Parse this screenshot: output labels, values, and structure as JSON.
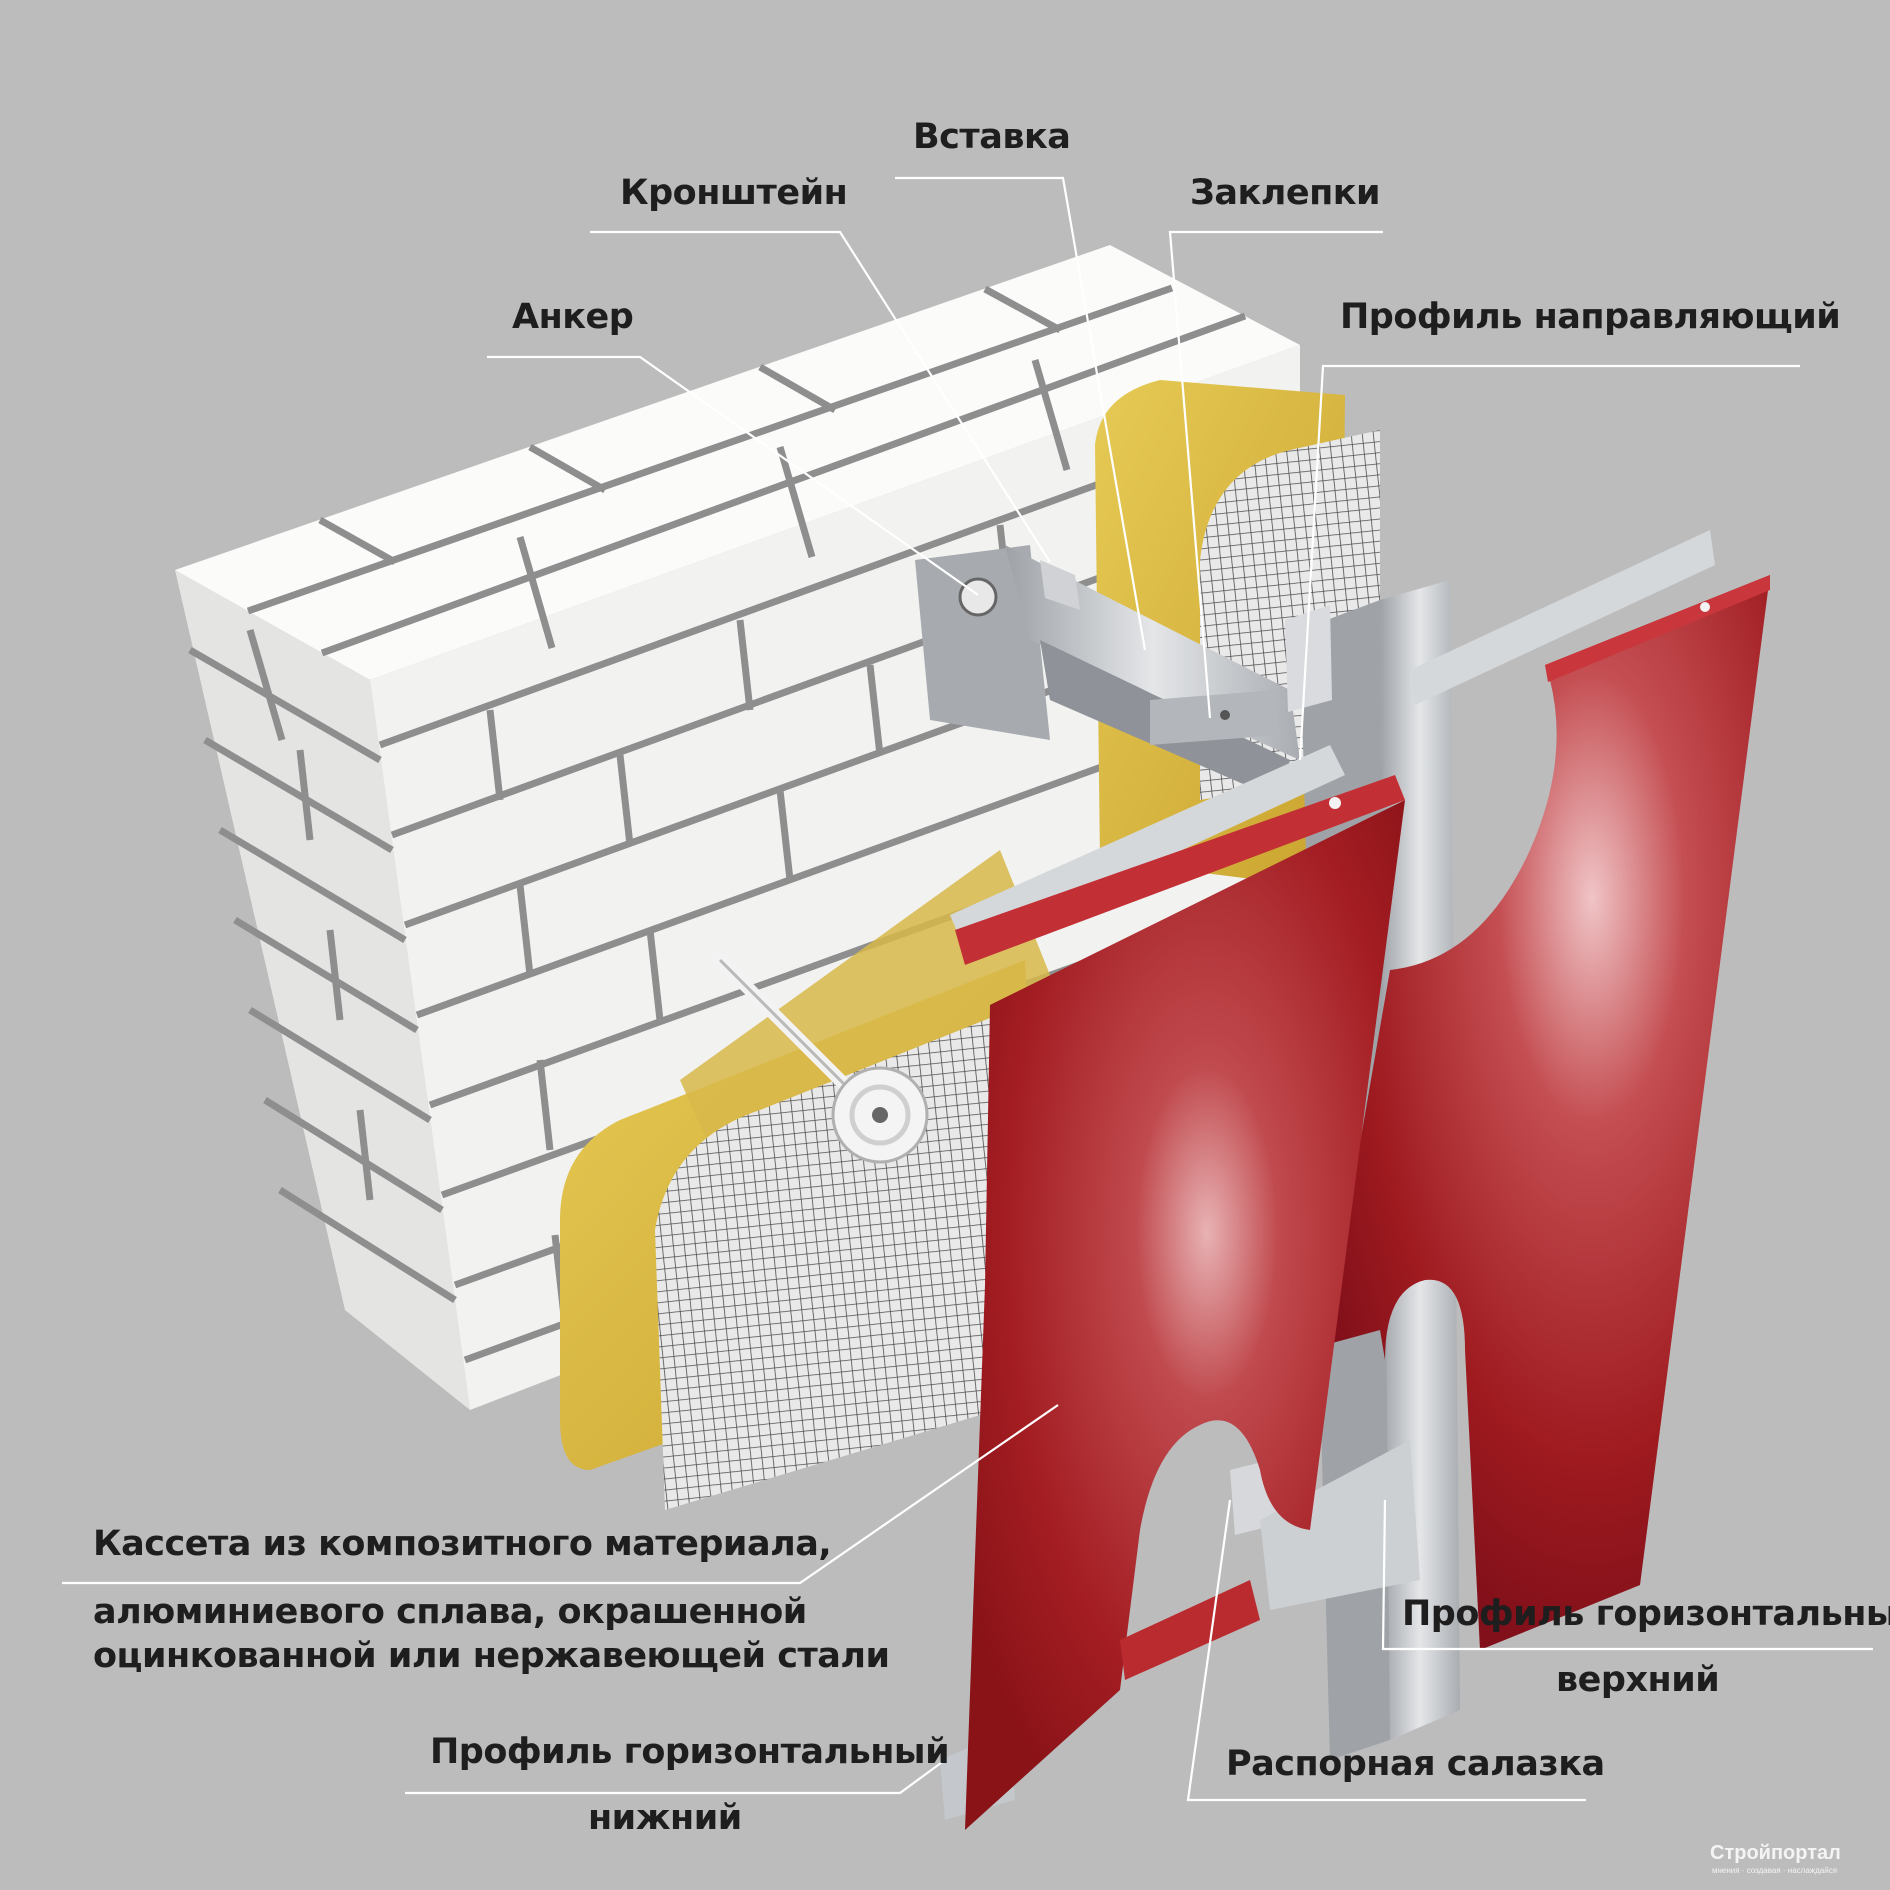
{
  "labels": {
    "vstavka": "Вставка",
    "kronshtein": "Кронштейн",
    "zaklepki": "Заклепки",
    "anker": "Анкер",
    "profil_napravl": "Профиль направляющий",
    "kasseta_1": "Кассета из композитного материала,",
    "kasseta_2": "алюминиевого сплава, окрашенной",
    "kasseta_3": "оцинкованной или нержавеющей стали",
    "profil_gor_verh_1": "Профиль горизонтальный",
    "profil_gor_verh_2": "верхний",
    "profil_gor_niz_1": "Профиль горизонтальный",
    "profil_gor_niz_2": "нижний",
    "raspornaya": "Распорная салазка"
  },
  "watermark": {
    "brand": "Стройпортал",
    "tagline": "мнения · создавая · наслаждайся"
  },
  "colors": {
    "background": "#bcbcbc",
    "brick": "#f3f3f1",
    "mortar": "#8e8e8e",
    "insulation": "#d9b93f",
    "cassette": "#a31d22",
    "profile": "#c9ccd0",
    "leader": "#ffffff"
  }
}
